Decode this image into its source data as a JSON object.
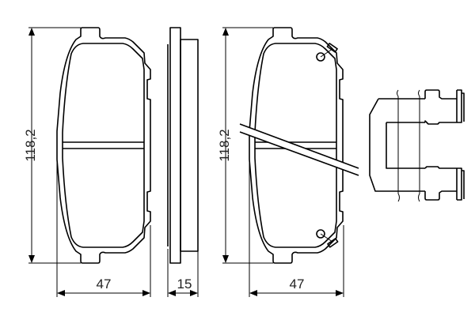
{
  "dimensions": {
    "left_height": "118,2",
    "left_width": "47",
    "side_thickness": "15",
    "right_height": "118,2",
    "right_width": "47"
  },
  "colors": {
    "line": "#000000",
    "background": "#ffffff"
  }
}
